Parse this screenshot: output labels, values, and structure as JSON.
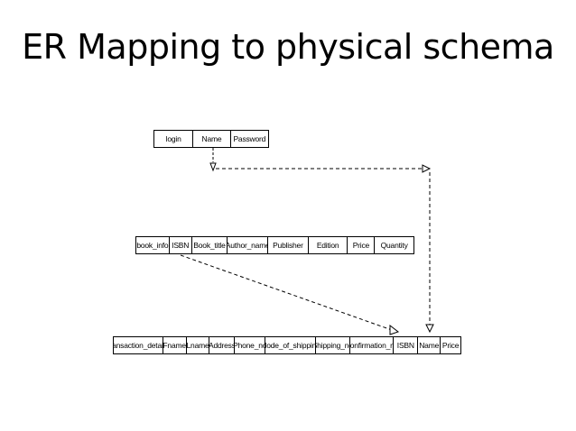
{
  "slide": {
    "title": "ER Mapping to physical schema"
  },
  "tables": {
    "login": {
      "columns": [
        "login",
        "Name",
        "Password"
      ]
    },
    "book_info": {
      "columns": [
        "book_info",
        "ISBN",
        "Book_title",
        "Author_name",
        "Publisher",
        "Edition",
        "Price",
        "Quantity"
      ]
    },
    "transaction_details": {
      "columns": [
        "transaction_details",
        "Fname",
        "Lname",
        "Address",
        "Phone_no",
        "Mode_of_shipping",
        "Shipping_no",
        "Confirmation_no",
        "ISBN",
        "Name",
        "Price"
      ]
    }
  },
  "diagram": {
    "line_color": "#000000",
    "line_style": "dashed",
    "arrowhead": "open-triangle",
    "relationships": [
      {
        "from": "login.Name",
        "to": "transaction_details.Name"
      },
      {
        "from": "book_info.ISBN",
        "to": "transaction_details.ISBN"
      }
    ]
  }
}
